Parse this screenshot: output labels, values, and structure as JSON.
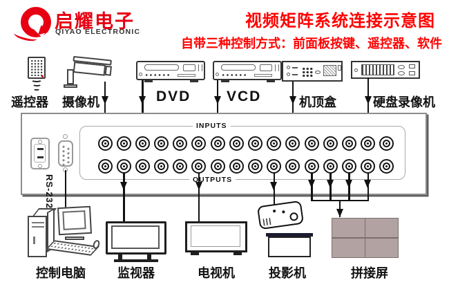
{
  "brand": {
    "name_cn": "启耀电子",
    "name_en": "QIYAO ELECTRONIC"
  },
  "header": {
    "title": "视频矩阵系统连接示意图",
    "subtitle": "自带三种控制方式：前面板按键、遥控器、软件"
  },
  "sources": {
    "remote": {
      "label": "遥控器",
      "wireless": true
    },
    "camera": {
      "label": "摄像机"
    },
    "dvd": {
      "label": "DVD"
    },
    "vcd": {
      "label": "VCD"
    },
    "stb": {
      "label": "机顶盒"
    },
    "dvr": {
      "label": "硬盘录像机"
    }
  },
  "matrix": {
    "inputs_label": "INPUTS",
    "outputs_label": "OUTPUTS",
    "serial_label": "RS-232",
    "input_count": 16,
    "output_count": 16
  },
  "sinks": {
    "pc": {
      "label": "控制电脑"
    },
    "monitor": {
      "label": "监视器"
    },
    "tv": {
      "label": "电视机"
    },
    "projector": {
      "label": "投影机"
    },
    "wall": {
      "label": "拼接屏",
      "grid_rows": 2,
      "grid_cols": 2
    }
  },
  "connections": [
    {
      "from": "摄像机",
      "to": "input-1"
    },
    {
      "from": "DVD",
      "to": "input-3"
    },
    {
      "from": "VCD",
      "to": "input-7"
    },
    {
      "from": "机顶盒",
      "to": "input-11"
    },
    {
      "from": "硬盘录像机",
      "to": "input-15"
    },
    {
      "from": "output-2",
      "to": "监视器"
    },
    {
      "from": "output-6",
      "to": "电视机"
    },
    {
      "from": "output-10",
      "to": "投影机"
    },
    {
      "from": "output-12,13,14,15",
      "to": "拼接屏"
    },
    {
      "from": "RS-232",
      "to": "控制电脑"
    },
    {
      "from": "遥控器",
      "to": "matrix-front-panel",
      "wireless": true
    }
  ],
  "colors": {
    "brand_red": "#e60012",
    "title_red": "#ff0000",
    "wall_fill": "#b3a2a2",
    "line_black": "#111111",
    "panel_border": "#8c8c8c"
  }
}
